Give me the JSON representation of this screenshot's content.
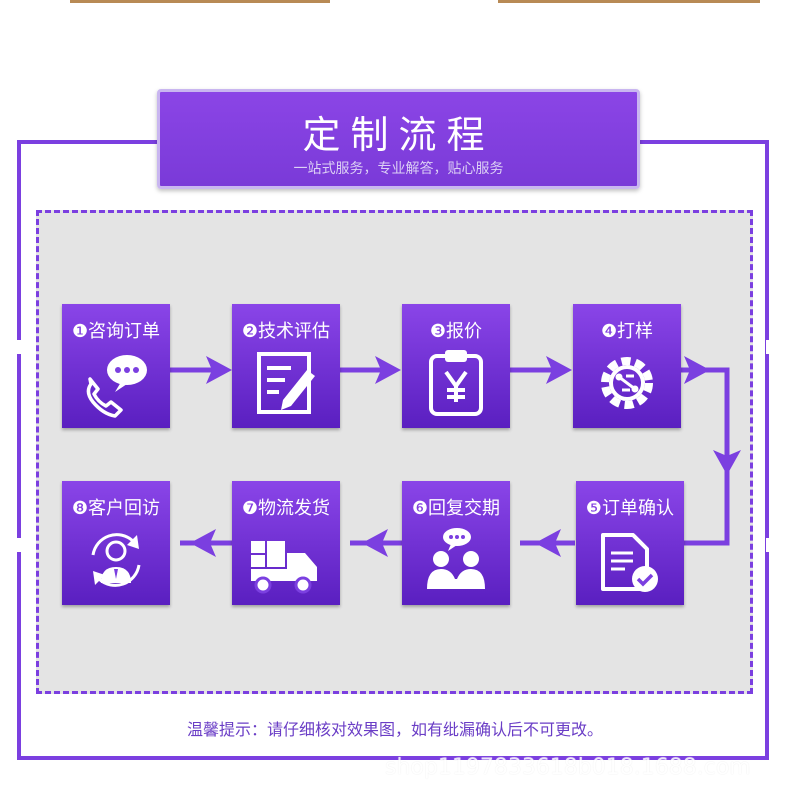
{
  "header": {
    "title": "定制流程",
    "subtitle": "一站式服务，专业解答，贴心服务"
  },
  "steps": [
    {
      "label": "❶咨询订单",
      "icon": "phone-chat-icon"
    },
    {
      "label": "❷技术评估",
      "icon": "document-pen-icon"
    },
    {
      "label": "❸报价",
      "icon": "clipboard-yen-icon"
    },
    {
      "label": "❹打样",
      "icon": "gear-circuit-icon"
    },
    {
      "label": "❺订单确认",
      "icon": "document-check-icon"
    },
    {
      "label": "❻回复交期",
      "icon": "people-chat-icon"
    },
    {
      "label": "❼物流发货",
      "icon": "delivery-truck-icon"
    },
    {
      "label": "❽客户回访",
      "icon": "customer-service-icon"
    }
  ],
  "footer": {
    "tip": "温馨提示：请仔细核对效果图，如有纰漏确认后不可更改。",
    "watermark": "shop1197833618b018.1688.com"
  },
  "colors": {
    "accent": "#7b3fe0",
    "gold": "#b88a55",
    "panel": "#e4e4e4"
  }
}
